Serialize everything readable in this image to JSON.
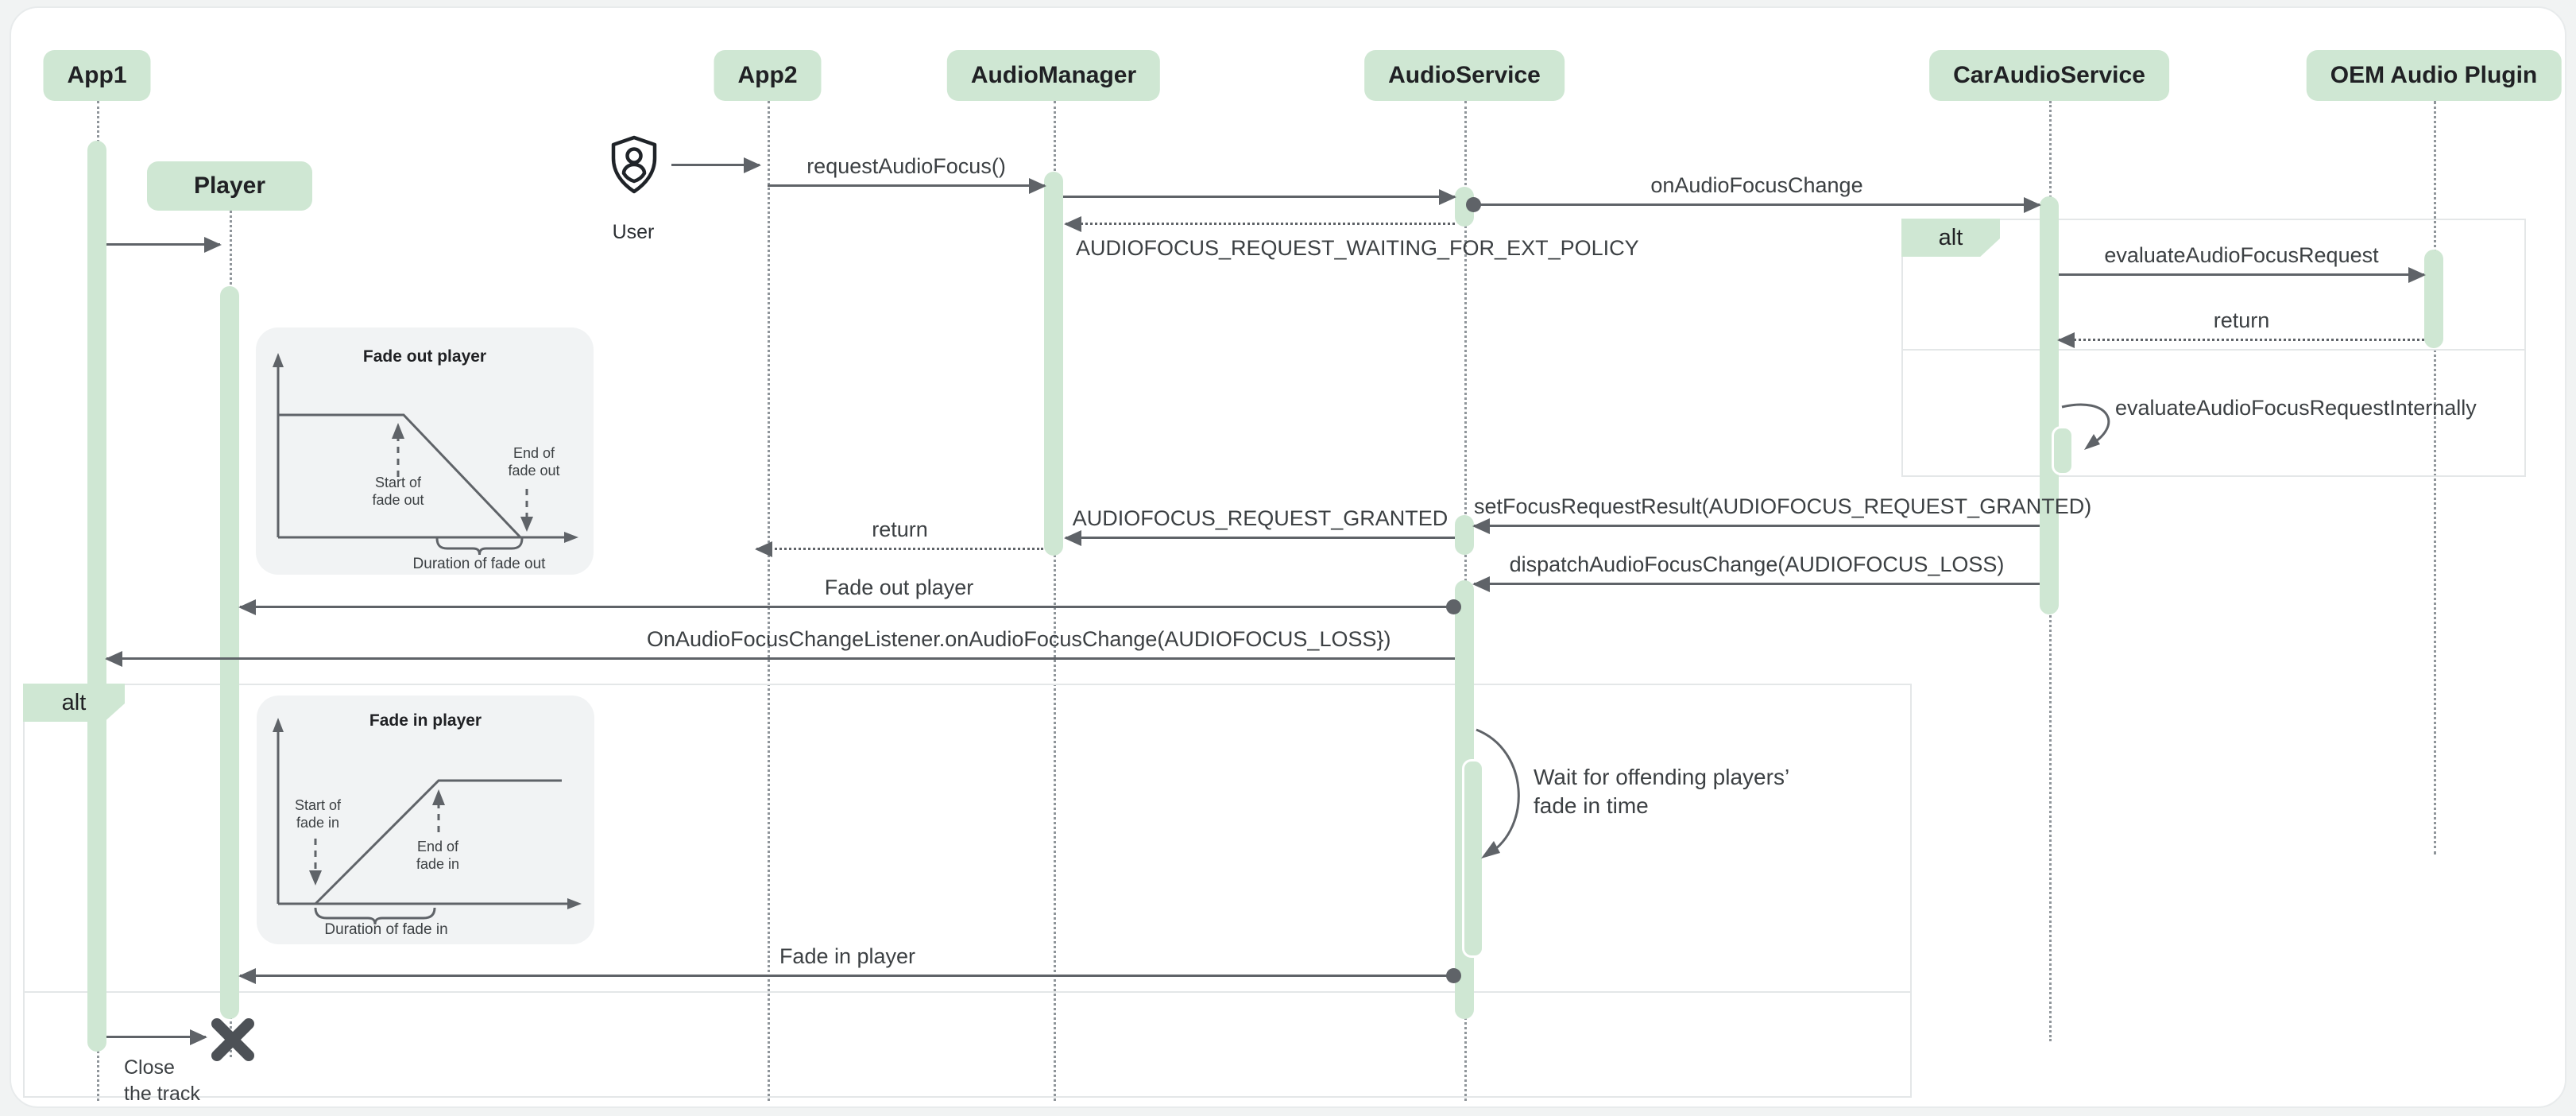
{
  "diagram": {
    "participants": [
      {
        "label": "App1"
      },
      {
        "label": "Player"
      },
      {
        "label": "App2"
      },
      {
        "label": "AudioManager"
      },
      {
        "label": "AudioService"
      },
      {
        "label": "CarAudioService"
      },
      {
        "label": "OEM Audio Plugin"
      }
    ],
    "actor": {
      "label": "User"
    },
    "fragments": {
      "alt1": "alt",
      "alt2": "alt"
    },
    "messages": {
      "request_audio_focus": "requestAudioFocus()",
      "on_audio_focus_change": "onAudioFocusChange",
      "waiting_ext_policy": "AUDIOFOCUS_REQUEST_WAITING_FOR_EXT_POLICY",
      "evaluate_request": "evaluateAudioFocusRequest",
      "evaluate_return": "return",
      "evaluate_internally": "evaluateAudioFocusRequestInternally",
      "set_focus_result": "setFocusRequestResult(AUDIOFOCUS_REQUEST_GRANTED)",
      "request_granted": "AUDIOFOCUS_REQUEST_GRANTED",
      "manager_return": "return",
      "dispatch_change": "dispatchAudioFocusChange(AUDIOFOCUS_LOSS)",
      "fade_out": "Fade out player",
      "listener_loss": "OnAudioFocusChangeListener.onAudioFocusChange(AUDIOFOCUS_LOSS})",
      "wait_note": "Wait for offending players’\nfade in time",
      "fade_in": "Fade in player",
      "close_track": "Close\nthe track"
    },
    "insets": {
      "fade_out": {
        "title": "Fade out player",
        "start": "Start of\nfade out",
        "end": "End of\nfade out",
        "duration": "Duration of fade out"
      },
      "fade_in": {
        "title": "Fade in player",
        "start": "Start of\nfade in",
        "end": "End of\nfade in",
        "duration": "Duration of fade in"
      }
    },
    "colors": {
      "participant_fill": "#cfe7d3",
      "arrow_gray": "#5f6368",
      "text_gray": "#3c4043",
      "inset_bg": "#f1f3f4",
      "frame_border": "#e4e7e8"
    }
  }
}
